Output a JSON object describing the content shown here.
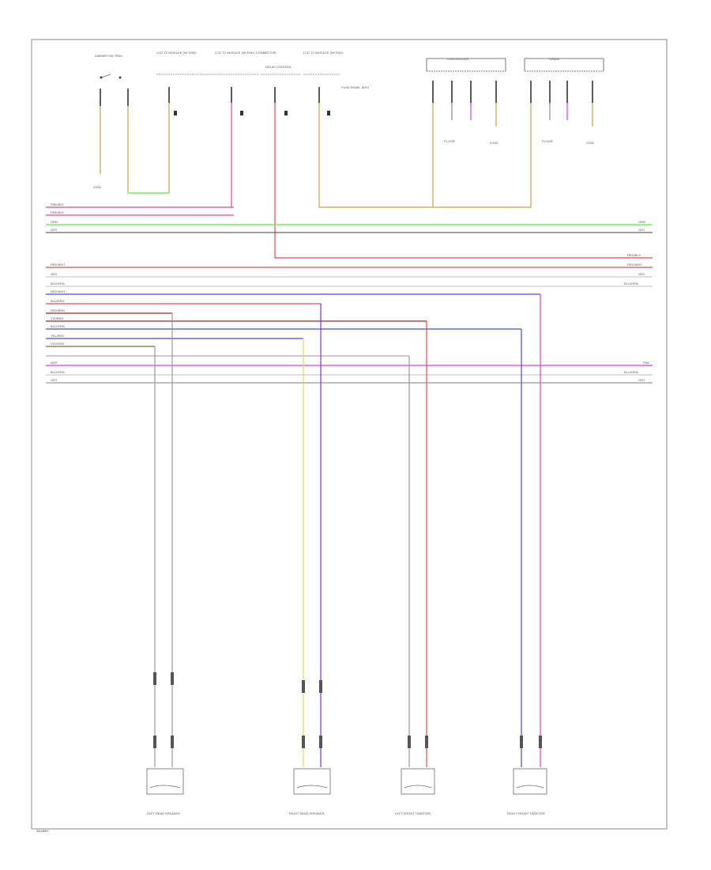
{
  "footer_code": "W11890",
  "top_components": [
    {
      "id": "dimmer",
      "label": "DIMMER SW TRIM"
    },
    {
      "id": "mod1",
      "label": "LCD TV MODULE (W/ DVD)"
    },
    {
      "id": "mod2",
      "label": "LCD TV MODULE (W/ DVD) CONNECTOR"
    },
    {
      "id": "relay",
      "label": "RELAY CONTROL"
    },
    {
      "id": "mod3",
      "label": "LCD TV MODULE (W/ DVD)"
    }
  ],
  "fuse_note": "FUSE PANEL INFO",
  "right_boxes": [
    {
      "id": "box1",
      "label": "CONTROLLER",
      "sub": "FLOOR"
    },
    {
      "id": "box2",
      "label": "TUNER",
      "sub": "FLOOR"
    }
  ],
  "ground_label": "G100",
  "bus_left_labels": [
    "PNK/BLK",
    "PNK/BLK",
    "GRN",
    "GRY",
    "RED/WHT",
    "GRY",
    "BLU/GRN",
    "RED/WHT",
    "BLU/RED",
    "RED/BRN",
    "VIO/BRN",
    "BLU/GRN",
    "YEL/RED",
    "VIO/GRN",
    "WHT",
    "BLU/GRN",
    "GRY"
  ],
  "bus_right_labels": [
    "GRN",
    "GRY",
    "RED/BLK",
    "RED/WHT",
    "GRY",
    "BLU/GRN",
    "PNK",
    "BLU/GRN",
    "GRY"
  ],
  "speakers": [
    {
      "id": "sp1",
      "label": "LEFT REAR SPEAKER"
    },
    {
      "id": "sp2",
      "label": "RIGHT REAR SPEAKER"
    },
    {
      "id": "sp3",
      "label": "LEFT FRONT TWEETER"
    },
    {
      "id": "sp4",
      "label": "RIGHT FRONT TWEETER"
    }
  ],
  "colors": {
    "pink": "#ff3d8b",
    "magenta": "#e23be0",
    "green": "#5fe84a",
    "gray": "#8c8c8c",
    "red": "#e54a4a",
    "darkred": "#a0242c",
    "blue": "#4a4ad6",
    "violet": "#8a2be2",
    "yellow": "#e6d46a",
    "tan": "#c8a24a",
    "black": "#222222"
  }
}
